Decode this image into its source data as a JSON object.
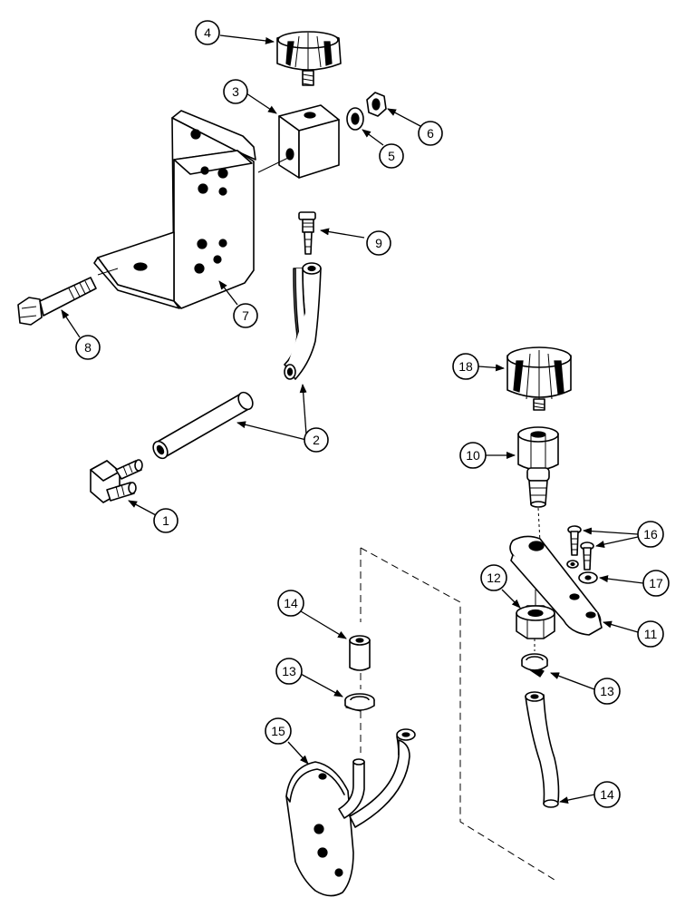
{
  "callouts": {
    "c1": "1",
    "c2": "2",
    "c3": "3",
    "c4": "4",
    "c5": "5",
    "c6": "6",
    "c7": "7",
    "c8": "8",
    "c9": "9",
    "c10": "10",
    "c11": "11",
    "c12": "12",
    "c13a": "13",
    "c13b": "13",
    "c14a": "14",
    "c14b": "14",
    "c15": "15",
    "c16": "16",
    "c17": "17",
    "c18": "18"
  }
}
